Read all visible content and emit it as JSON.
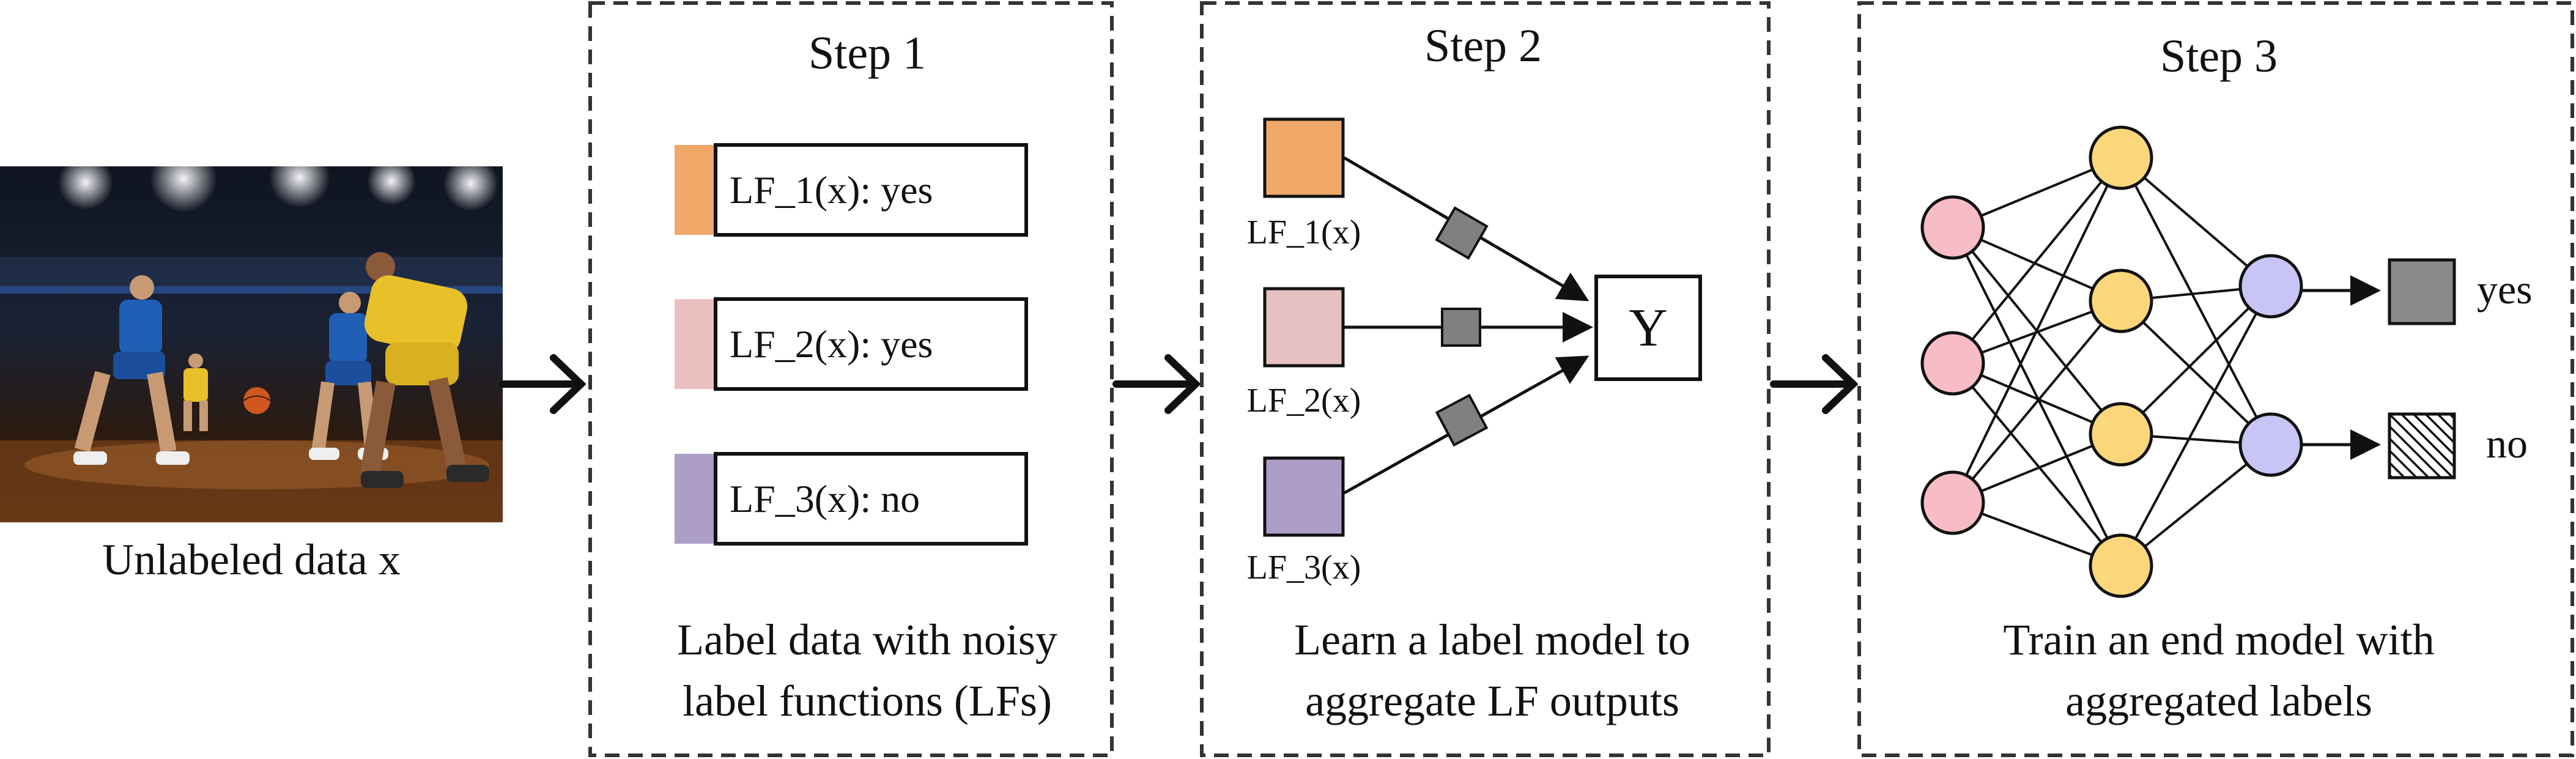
{
  "input": {
    "caption": "Unlabeled data x",
    "image_description_icon": "basketball-photo"
  },
  "step1": {
    "title": "Step 1",
    "lfs": [
      {
        "label": "LF_1(x): yes",
        "color": "#f0a868"
      },
      {
        "label": "LF_2(x): yes",
        "color": "#ecbfbf"
      },
      {
        "label": "LF_3(x): no",
        "color": "#ac9ec7"
      }
    ],
    "caption_line1": "Label data with noisy",
    "caption_line2": "label functions (LFs)"
  },
  "step2": {
    "title": "Step 2",
    "lfs": [
      {
        "label": "LF_1(x)",
        "color": "#f0a868"
      },
      {
        "label": "LF_2(x)",
        "color": "#e6c0c0"
      },
      {
        "label": "LF_3(x)",
        "color": "#ac9ec7"
      }
    ],
    "output_label": "Y",
    "factor_color": "#808080",
    "caption_line1": "Learn a label model to",
    "caption_line2": "aggregate LF outputs"
  },
  "step3": {
    "title": "Step 3",
    "input_node_color": "#f7bcc5",
    "hidden_node_color": "#fcd67a",
    "output_node_color": "#c8c4f5",
    "outputs": [
      {
        "label": "yes",
        "fill": "#8a8a8a"
      },
      {
        "label": "no",
        "fill": "hatched"
      }
    ],
    "caption_line1": "Train an end model with",
    "caption_line2": "aggregated labels"
  },
  "colors": {
    "stroke": "#111111",
    "dash": "#333333"
  }
}
